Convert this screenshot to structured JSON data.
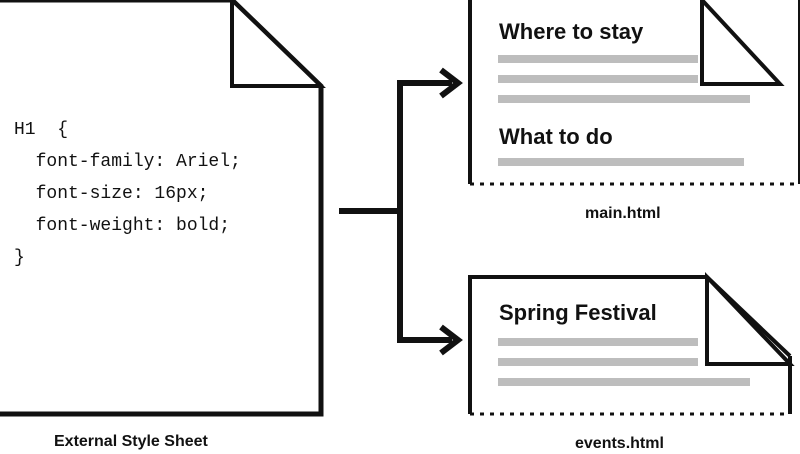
{
  "stylesheet": {
    "caption": "External Style Sheet",
    "code_lines": [
      "H1  {",
      "  font-family: Ariel;",
      "  font-size: 16px;",
      "  font-weight: bold;",
      "}"
    ]
  },
  "pages": [
    {
      "filename": "main.html",
      "headings": [
        "Where to stay",
        "What to do"
      ]
    },
    {
      "filename": "events.html",
      "headings": [
        "Spring Festival"
      ]
    }
  ],
  "colors": {
    "line": "#111111",
    "text_placeholder": "#bdbdbd",
    "page_fill": "#ffffff"
  }
}
